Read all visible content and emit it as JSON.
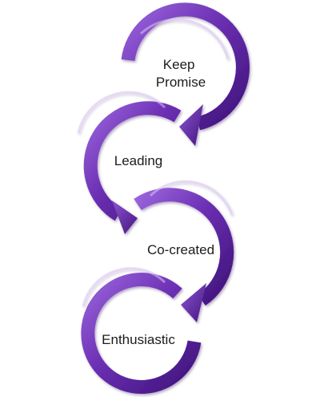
{
  "diagram": {
    "accent_color": "#6a2fb0",
    "stages": [
      {
        "label_lines": [
          "Keep",
          "Promise"
        ],
        "arrow_icon": "curved-arrow-icon"
      },
      {
        "label_lines": [
          "Leading"
        ],
        "arrow_icon": "curved-arrow-icon"
      },
      {
        "label_lines": [
          "Co-created"
        ],
        "arrow_icon": "curved-arrow-icon"
      },
      {
        "label_lines": [
          "Enthusiastic"
        ],
        "arrow_icon": "circular-arc-icon"
      }
    ]
  }
}
